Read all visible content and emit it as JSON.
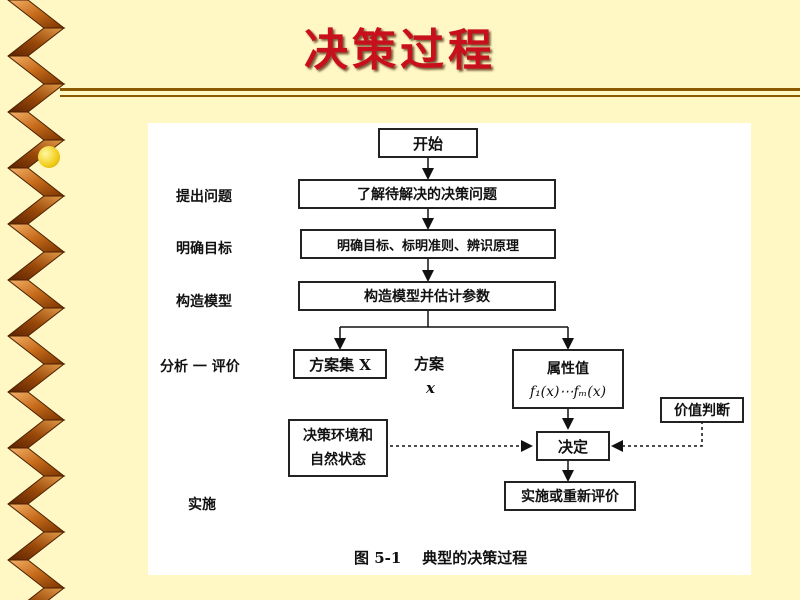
{
  "slide": {
    "title": "决策过程"
  },
  "diagram": {
    "nodes": {
      "start": "开始",
      "understand": "了解待解决的决策问题",
      "clarify": "明确目标、标明准则、辨识原理",
      "model": "构造模型并估计参数",
      "alt_set": "方案集 X",
      "alt": "方案",
      "alt_var": "x",
      "attr": "属性值",
      "attr_formula": "f₁(x)⋯fₘ(x)",
      "value_judgment": "价值判断",
      "env_line1": "决策环境和",
      "env_line2": "自然状态",
      "decide": "决定",
      "implement": "实施或重新评价"
    },
    "stage_labels": {
      "s1": "提出问题",
      "s2": "明确目标",
      "s3": "构造模型",
      "s4": "分析 一 评价",
      "s5": "实施"
    },
    "caption": "图 5-1    典型的决策过程"
  }
}
